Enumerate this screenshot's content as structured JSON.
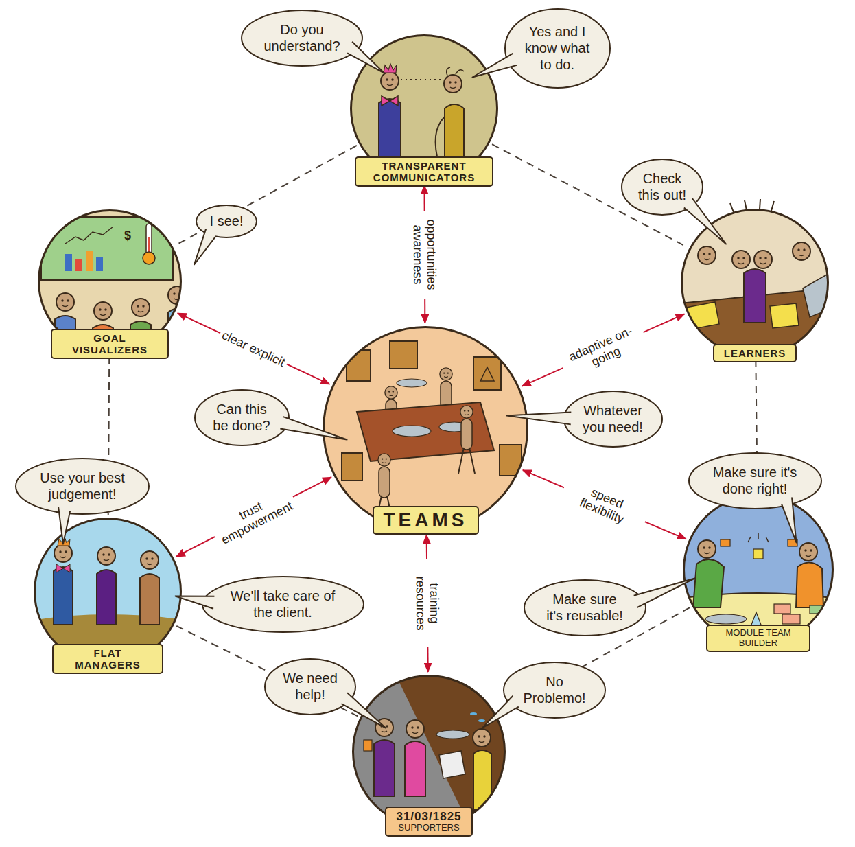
{
  "diagram": {
    "nodes": [
      {
        "text": [
          "TRANSPARENT COMMUNICATORS"
        ]
      },
      {
        "text": [
          "Do you understand?"
        ]
      },
      {
        "text": [
          "Yes and I know what to do."
        ]
      },
      {
        "text": [
          "GOAL VISUALIZERS"
        ]
      },
      {
        "text": [
          "I see!"
        ]
      },
      {
        "text": [
          "LEARNERS"
        ]
      },
      {
        "text": [
          "Check this out!"
        ]
      },
      {
        "text": [
          "TEAMS"
        ]
      },
      {
        "text": [
          "Can this be done?"
        ]
      },
      {
        "text": [
          "Whatever you need!"
        ]
      },
      {
        "text": [
          "FLAT MANAGERS"
        ]
      },
      {
        "text": [
          "Use your best judgement!"
        ]
      },
      {
        "text": [
          "We'll take care of the client."
        ]
      },
      {
        "text": [
          "MODULE TEAM BUILDER"
        ]
      },
      {
        "text": [
          "Make sure it's done right!"
        ]
      },
      {
        "text": [
          "Make sure it's reusable!"
        ]
      },
      {
        "text": [
          "31/03/1825",
          "SUPPORTERS"
        ]
      },
      {
        "text": [
          "We need help!"
        ]
      },
      {
        "text": [
          "No Problemo!"
        ]
      }
    ],
    "edges": [
      {
        "from": 7,
        "to": 0,
        "label": "opportunities awareness",
        "arrow": "both"
      },
      {
        "from": 7,
        "to": 3,
        "label": "clear explicit",
        "arrow": "both"
      },
      {
        "from": 7,
        "to": 5,
        "label": "adaptive on-going",
        "arrow": "both"
      },
      {
        "from": 7,
        "to": 10,
        "label": "trust empowerment",
        "arrow": "both"
      },
      {
        "from": 7,
        "to": 13,
        "label": "speed flexibility",
        "arrow": "both"
      },
      {
        "from": 7,
        "to": 16,
        "label": "training resources",
        "arrow": "both"
      },
      {
        "from": 0,
        "to": 3,
        "arrow": "none"
      },
      {
        "from": 0,
        "to": 5,
        "arrow": "none"
      },
      {
        "from": 3,
        "to": 10,
        "arrow": "none"
      },
      {
        "from": 5,
        "to": 13,
        "arrow": "none"
      },
      {
        "from": 10,
        "to": 16,
        "arrow": "none"
      },
      {
        "from": 13,
        "to": 16,
        "arrow": "none"
      }
    ],
    "labels": [
      "$"
    ]
  }
}
